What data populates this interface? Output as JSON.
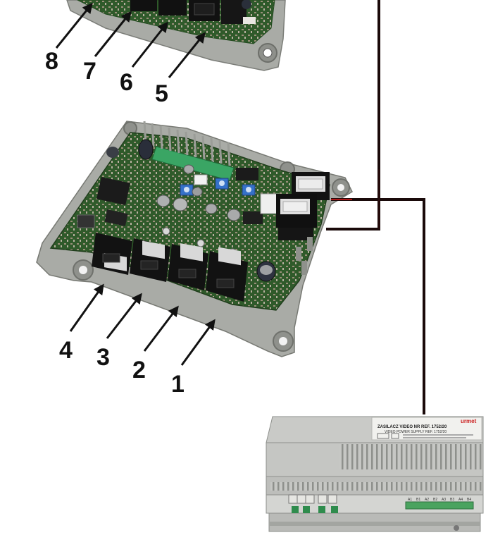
{
  "port_numbers": [
    "1",
    "2",
    "3",
    "4",
    "5",
    "6",
    "7",
    "8"
  ],
  "psu": {
    "brand_logo": "urmet",
    "label_title": "ZASILACZ VIDEO NR REF. 1752/20",
    "label_subtitle": "VIDEO POWER SUPPLY REF. 1752/20",
    "terminal_labels": [
      "A1",
      "B1",
      "A2",
      "B2",
      "A3",
      "B3",
      "A4",
      "B4"
    ]
  },
  "colors": {
    "wire": "#1a0a0a",
    "wire_red": "#b01818",
    "pcb": "#2f5a2a",
    "housing": "#a9aba6",
    "psu_body": "#c9cac7",
    "arrow": "#111111"
  }
}
